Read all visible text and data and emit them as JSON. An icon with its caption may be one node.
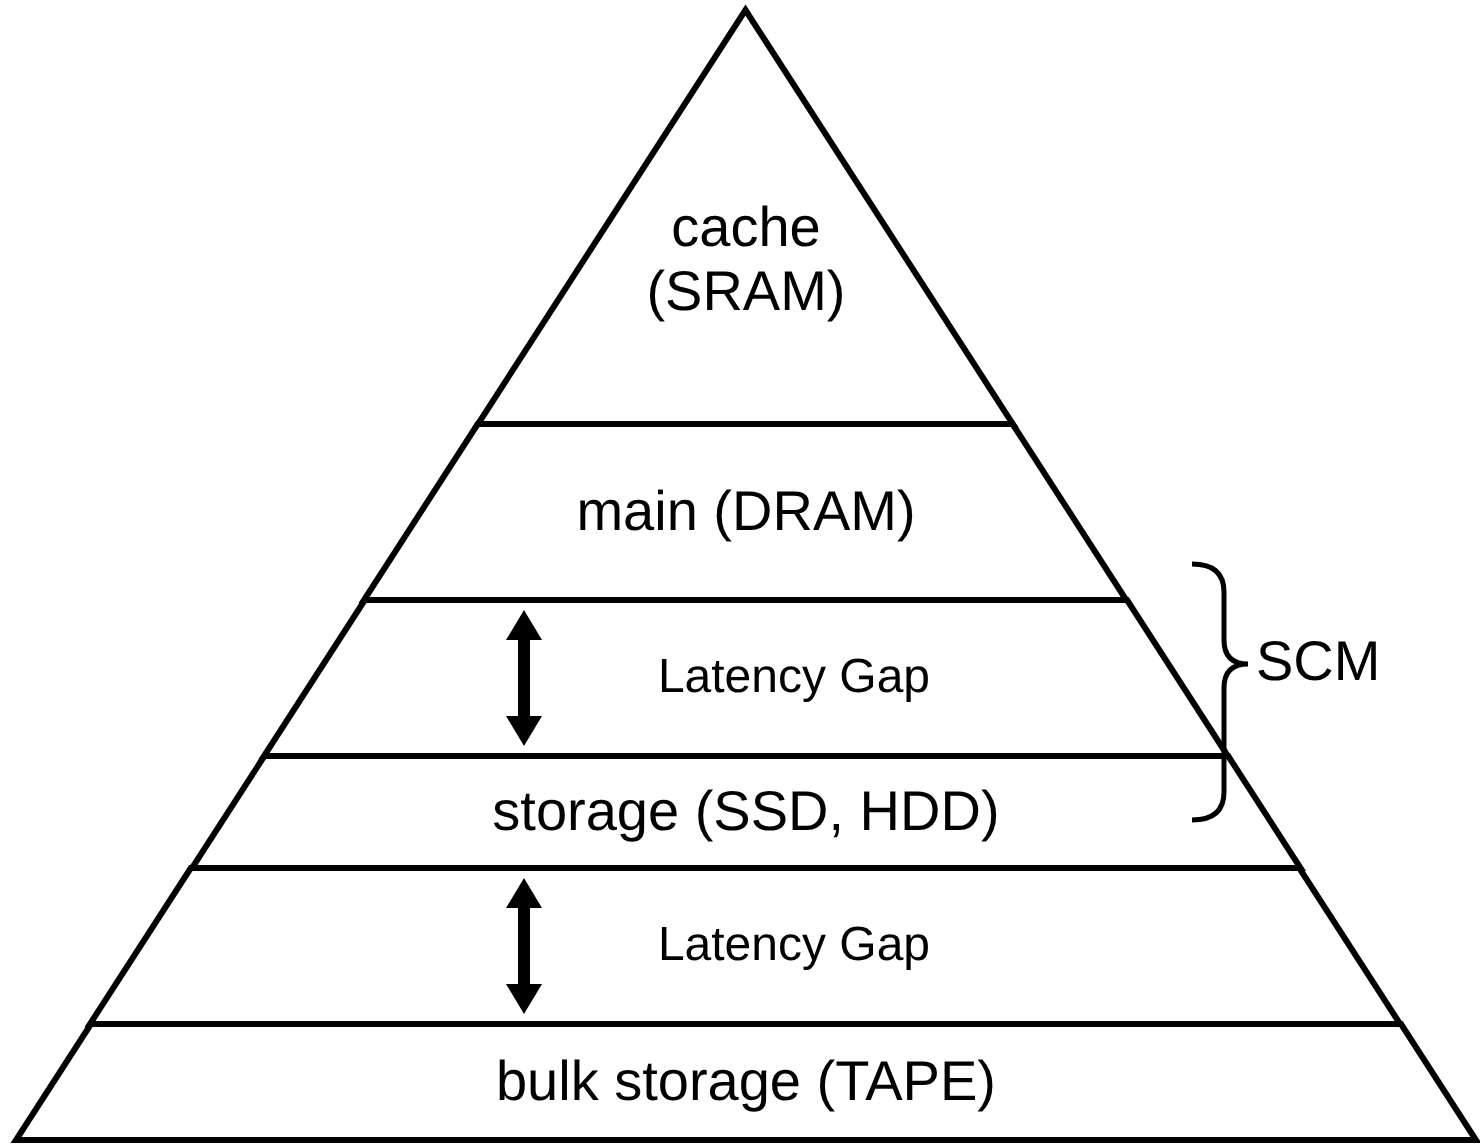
{
  "diagram": {
    "nodes": [
      {
        "text": [
          "cache (SRAM)"
        ]
      },
      {
        "text": [
          "main (DRAM)"
        ]
      },
      {
        "text": [
          "Latency Gap"
        ]
      },
      {
        "text": [
          "storage (SSD, HDD)"
        ]
      },
      {
        "text": [
          "Latency Gap"
        ]
      },
      {
        "text": [
          "bulk storage (TAPE)"
        ]
      }
    ],
    "labels": [
      "SCM"
    ]
  }
}
